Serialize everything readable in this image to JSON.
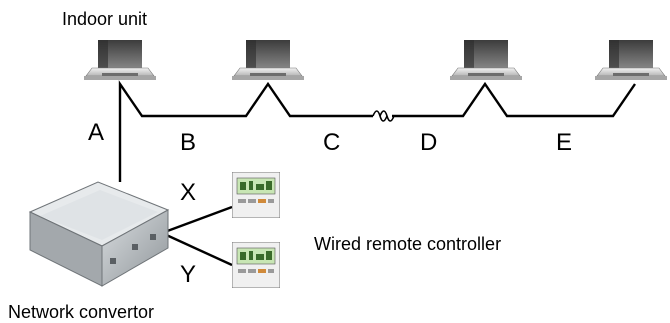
{
  "labels": {
    "indoor_unit": "Indoor unit",
    "network_convertor": "Network convertor",
    "wired_remote_controller": "Wired remote controller"
  },
  "segments": {
    "a": "A",
    "b": "B",
    "c": "C",
    "d": "D",
    "e": "E",
    "x": "X",
    "y": "Y"
  },
  "colors": {
    "line": "#000000",
    "unit_body_dark": "#4d4d4d",
    "unit_body_mid": "#8c8c8c",
    "unit_panel": "#d9d9d9",
    "controller_screen": "#c8e6b4"
  }
}
